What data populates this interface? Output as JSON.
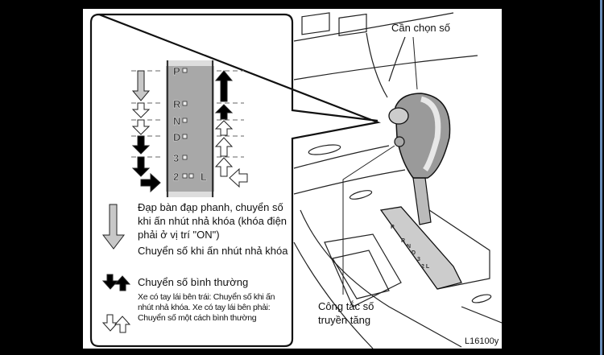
{
  "gate_positions": [
    "P",
    "R",
    "N",
    "D",
    "3",
    "2",
    "L"
  ],
  "labels": {
    "shift_lever": "Cần chọn số",
    "overdrive_switch": "Công tắc số truyền tăng",
    "overdrive_switch_line1": "Công tắc số",
    "overdrive_switch_line2": "truyền tăng",
    "figure_code": "L16100y"
  },
  "legend": {
    "brake_and_button": "Đạp bàn đạp phanh, chuyển số khi ấn nhút nhả khóa (khóa điện phải ở vị trí \"ON\")",
    "button_only": "Chuyển số khi ấn nhút nhả khóa",
    "normal": "Chuyển số bình thường",
    "drive_side": "Xe có tay lái bên trái: Chuyển số khi ấn nhút nhả khóa. Xe có tay lái bên phải: Chuyển số một cách bình thường"
  },
  "colors": {
    "gate": "#a8a8a8",
    "grey_arrow": "#c8c8c8",
    "black": "#000000"
  }
}
